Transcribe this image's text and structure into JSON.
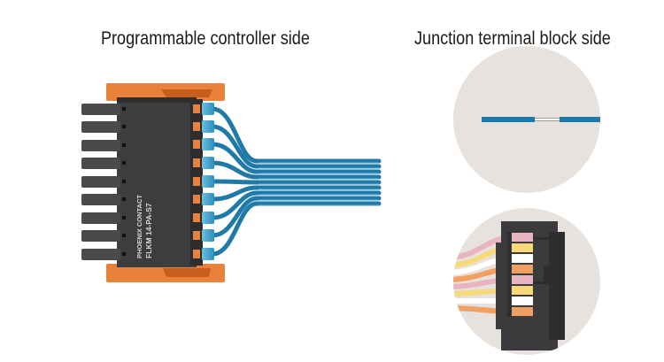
{
  "labels": {
    "left": "Programmable controller side",
    "right": "Junction terminal block side"
  },
  "connector": {
    "logo_text": "PHOENIX CONTACT",
    "model_text": "FLKM 14-PA-S7"
  },
  "colors": {
    "connector_body": "#3b3a3c",
    "connector_orange": "#e8813a",
    "cable_blue": "#1f7aa8",
    "circle_background": "#e7e2dd",
    "wire_pink": "#e8b4c2",
    "wire_yellow": "#f5d97a",
    "wire_white": "#ffffff",
    "wire_orange": "#f0a060"
  }
}
